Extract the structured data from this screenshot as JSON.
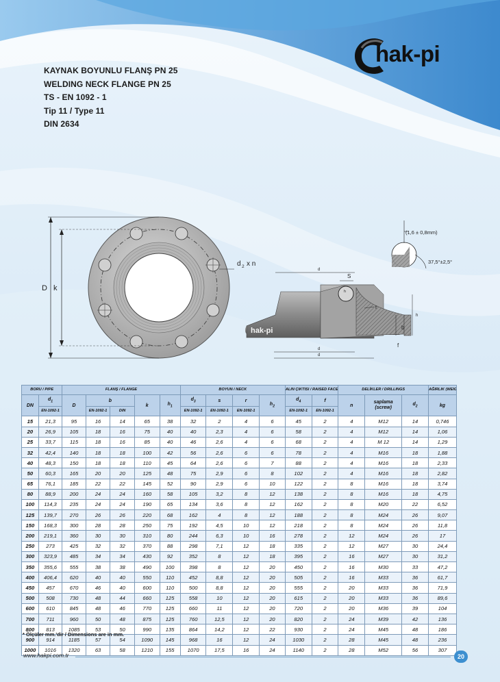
{
  "header": {
    "brand": "hak-pi",
    "title_lines": [
      "KAYNAK BOYUNLU FLANŞ PN 25",
      "WELDING NECK FLANGE PN 25",
      "TS - EN 1092 - 1",
      "Tip 11 / Type 11",
      "DIN 2634"
    ]
  },
  "drawing": {
    "label_D": "D",
    "label_k": "k",
    "label_d2": "d",
    "label_d2_sub": "2",
    "label_xn": "x n",
    "label_tolerance": "(1,6 ± 0,8mm)",
    "label_angle": "37,5°±2,5°",
    "label_s": "S",
    "label_r": "r",
    "label_b": "b",
    "label_f": "f",
    "label_h1": "h",
    "label_h2": "h",
    "label_d1": "d",
    "label_d3": "d",
    "label_d4": "d",
    "stamp": "hak-pi"
  },
  "table": {
    "groups": {
      "pipe": "BORU / PIPE",
      "flange": "FLANŞ / FLANGE",
      "neck": "BOYUN / NECK",
      "raised": "ALIN ÇIKTISI / RAISED FACE",
      "drillings": "DELİKLER / DRILLINGS",
      "weight": "AĞIRLIK (WEIGHT)"
    },
    "cols": {
      "dn": "DN",
      "d1": "d",
      "D": "D",
      "b": "b",
      "k": "k",
      "h1": "h",
      "d3": "d",
      "s": "s",
      "r": "r",
      "h2": "h",
      "d4": "d",
      "f": "f",
      "n": "n",
      "screw": "saplama (screw)",
      "d2": "d",
      "kg": "kg"
    },
    "subs": {
      "en": "EN-1092-1",
      "din": "DIN"
    },
    "rows": [
      [
        "15",
        "21,3",
        "95",
        "16",
        "14",
        "65",
        "38",
        "32",
        "2",
        "4",
        "6",
        "45",
        "2",
        "4",
        "M12",
        "14",
        "0,746"
      ],
      [
        "20",
        "26,9",
        "105",
        "18",
        "16",
        "75",
        "40",
        "40",
        "2,3",
        "4",
        "6",
        "58",
        "2",
        "4",
        "M12",
        "14",
        "1,06"
      ],
      [
        "25",
        "33,7",
        "115",
        "18",
        "16",
        "85",
        "40",
        "46",
        "2,6",
        "4",
        "6",
        "68",
        "2",
        "4",
        "M 12",
        "14",
        "1,29"
      ],
      [
        "32",
        "42,4",
        "140",
        "18",
        "18",
        "100",
        "42",
        "56",
        "2,6",
        "6",
        "6",
        "78",
        "2",
        "4",
        "M16",
        "18",
        "1,88"
      ],
      [
        "40",
        "48,3",
        "150",
        "18",
        "18",
        "110",
        "45",
        "64",
        "2,6",
        "6",
        "7",
        "88",
        "2",
        "4",
        "M16",
        "18",
        "2,33"
      ],
      [
        "50",
        "60,3",
        "165",
        "20",
        "20",
        "125",
        "48",
        "75",
        "2,9",
        "6",
        "8",
        "102",
        "2",
        "4",
        "M16",
        "18",
        "2,82"
      ],
      [
        "65",
        "76,1",
        "185",
        "22",
        "22",
        "145",
        "52",
        "90",
        "2,9",
        "6",
        "10",
        "122",
        "2",
        "8",
        "M16",
        "18",
        "3,74"
      ],
      [
        "80",
        "88,9",
        "200",
        "24",
        "24",
        "160",
        "58",
        "105",
        "3,2",
        "8",
        "12",
        "138",
        "2",
        "8",
        "M16",
        "18",
        "4,75"
      ],
      [
        "100",
        "114,3",
        "235",
        "24",
        "24",
        "190",
        "65",
        "134",
        "3,6",
        "8",
        "12",
        "162",
        "2",
        "8",
        "M20",
        "22",
        "6,52"
      ],
      [
        "125",
        "139,7",
        "270",
        "26",
        "26",
        "220",
        "68",
        "162",
        "4",
        "8",
        "12",
        "188",
        "2",
        "8",
        "M24",
        "26",
        "9,07"
      ],
      [
        "150",
        "168,3",
        "300",
        "28",
        "28",
        "250",
        "75",
        "192",
        "4,5",
        "10",
        "12",
        "218",
        "2",
        "8",
        "M24",
        "26",
        "11,8"
      ],
      [
        "200",
        "219,1",
        "360",
        "30",
        "30",
        "310",
        "80",
        "244",
        "6,3",
        "10",
        "16",
        "278",
        "2",
        "12",
        "M24",
        "26",
        "17"
      ],
      [
        "250",
        "273",
        "425",
        "32",
        "32",
        "370",
        "88",
        "298",
        "7,1",
        "12",
        "18",
        "335",
        "2",
        "12",
        "M27",
        "30",
        "24,4"
      ],
      [
        "300",
        "323,9",
        "485",
        "34",
        "34",
        "430",
        "92",
        "352",
        "8",
        "12",
        "18",
        "395",
        "2",
        "16",
        "M27",
        "30",
        "31,2"
      ],
      [
        "350",
        "355,6",
        "555",
        "38",
        "38",
        "490",
        "100",
        "398",
        "8",
        "12",
        "20",
        "450",
        "2",
        "16",
        "M30",
        "33",
        "47,2"
      ],
      [
        "400",
        "406,4",
        "620",
        "40",
        "40",
        "550",
        "110",
        "452",
        "8,8",
        "12",
        "20",
        "505",
        "2",
        "16",
        "M33",
        "36",
        "61,7"
      ],
      [
        "450",
        "457",
        "670",
        "46",
        "40",
        "600",
        "110",
        "500",
        "8,8",
        "12",
        "20",
        "555",
        "2",
        "20",
        "M33",
        "36",
        "71,9"
      ],
      [
        "500",
        "508",
        "730",
        "48",
        "44",
        "660",
        "125",
        "558",
        "10",
        "12",
        "20",
        "615",
        "2",
        "20",
        "M33",
        "36",
        "89,6"
      ],
      [
        "600",
        "610",
        "845",
        "48",
        "46",
        "770",
        "125",
        "660",
        "11",
        "12",
        "20",
        "720",
        "2",
        "20",
        "M36",
        "39",
        "104"
      ],
      [
        "700",
        "711",
        "960",
        "50",
        "48",
        "875",
        "125",
        "760",
        "12,5",
        "12",
        "20",
        "820",
        "2",
        "24",
        "M39",
        "42",
        "136"
      ],
      [
        "800",
        "813",
        "1085",
        "53",
        "50",
        "990",
        "135",
        "864",
        "14,2",
        "12",
        "22",
        "930",
        "2",
        "24",
        "M45",
        "48",
        "186"
      ],
      [
        "900",
        "914",
        "1185",
        "57",
        "54",
        "1090",
        "145",
        "968",
        "16",
        "12",
        "24",
        "1030",
        "2",
        "28",
        "M45",
        "48",
        "236"
      ],
      [
        "1000",
        "1016",
        "1320",
        "63",
        "58",
        "1210",
        "155",
        "1070",
        "17,5",
        "16",
        "24",
        "1140",
        "2",
        "28",
        "M52",
        "56",
        "307"
      ]
    ]
  },
  "footnote": "* Ölçüler mm.'dir / Dimensions are in mm.",
  "footer": {
    "url": "www.hakpi.com.tr",
    "page": "20"
  },
  "colors": {
    "accent": "#3d8fd0",
    "header_fill": "#bcd2ea",
    "grid": "#7d9ab8"
  }
}
